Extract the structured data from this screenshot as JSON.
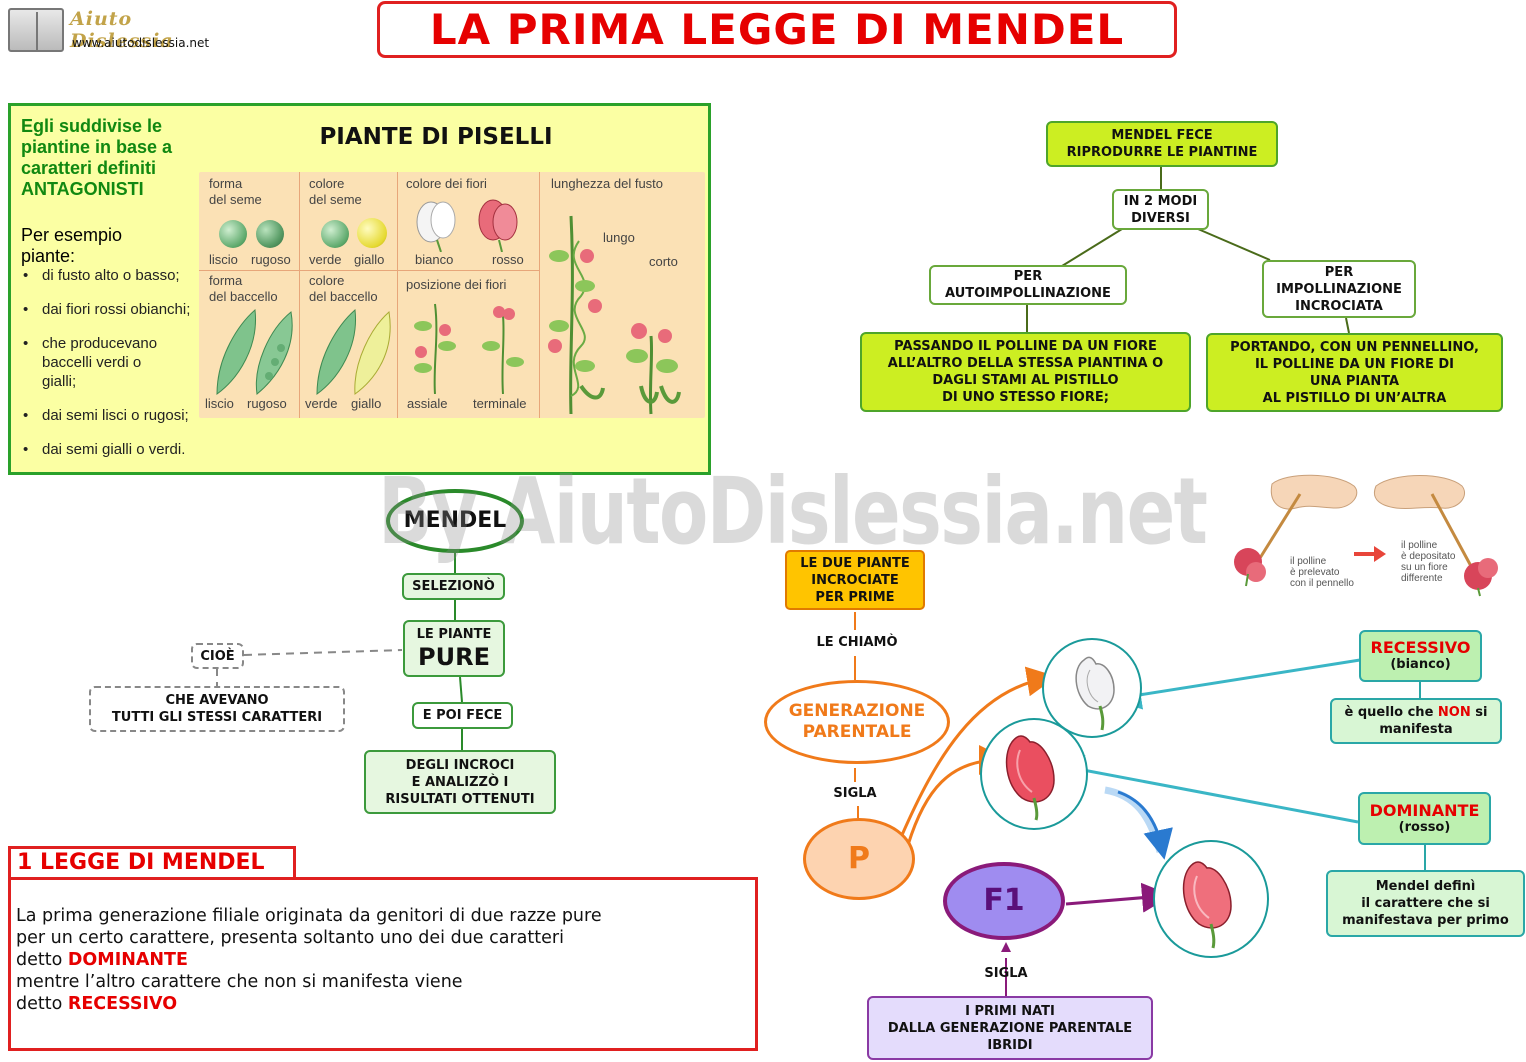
{
  "logo": {
    "title": "Aiuto Dislessia",
    "url": "www.aiutodislessia.net"
  },
  "title": "LA PRIMA LEGGE DI MENDEL",
  "panel": {
    "intro": [
      "Egli suddivise le",
      "piantine in base a",
      "caratteri definiti",
      "ANTAGONISTI"
    ],
    "example": [
      "Per esempio",
      "piante:"
    ],
    "items": [
      "di fusto alto o basso;",
      "dai fiori rossi obianchi;",
      "che producevano baccelli verdi o gialli;",
      "dai semi lisci o rugosi;",
      "dai semi gialli o verdi."
    ],
    "piselli_title": "PIANTE DI PISELLI",
    "cells": {
      "forma_seme": [
        "forma",
        "del seme"
      ],
      "colore_seme": [
        "colore",
        "del seme"
      ],
      "colore_fiori": "colore dei fiori",
      "lunghezza_fusto": "lunghezza del fusto",
      "liscio": "liscio",
      "rugoso": "rugoso",
      "verde": "verde",
      "giallo": "giallo",
      "bianco": "bianco",
      "rosso": "rosso",
      "lungo": "lungo",
      "corto": "corto",
      "forma_baccello": [
        "forma",
        "del baccello"
      ],
      "colore_baccello": [
        "colore",
        "del baccello"
      ],
      "posizione_fiori": "posizione dei fiori",
      "assiale": "assiale",
      "terminale": "terminale"
    }
  },
  "topmap": {
    "fece": [
      "MENDEL FECE",
      "RIPRODURRE LE PIANTINE"
    ],
    "modi": [
      "IN 2 MODI",
      "DIVERSI"
    ],
    "auto": [
      "PER",
      "AUTOIMPOLLINAZIONE"
    ],
    "incro": [
      "PER",
      "IMPOLLINAZIONE",
      "INCROCIATA"
    ],
    "passando": [
      "PASSANDO IL POLLINE DA UN FIORE",
      "ALL’ALTRO DELLA STESSA PIANTINA O",
      "DAGLI STAMI AL PISTILLO",
      "DI UNO STESSO FIORE;"
    ],
    "portando": [
      "PORTANDO, CON UN PENNELLINO,",
      "IL POLLINE DA UN FIORE DI",
      "UNA PIANTA",
      "AL PISTILLO DI UN’ALTRA"
    ]
  },
  "watermark": "By AiutoDislessia.net",
  "hands": {
    "left_label": [
      "il polline",
      "è prelevato",
      "con il pennello"
    ],
    "right_label": [
      "il polline",
      "è depositato",
      "su un fiore",
      "differente"
    ]
  },
  "mendelmap": {
    "mendel": "MENDEL",
    "selezionò": "SELEZIONÒ",
    "piante": "LE PIANTE",
    "pure": "PURE",
    "cioè": "CIOÈ",
    "avevano": [
      "CHE AVEVANO",
      "TUTTI GLI STESSI CARATTERI"
    ],
    "poi": "E POI FECE",
    "incroci": [
      "DEGLI INCROCI",
      "E ANALIZZÒ I",
      "RISULTATI OTTENUTI"
    ]
  },
  "law": {
    "tab": "1 LEGGE DI MENDEL",
    "lines": [
      "La prima generazione filiale originata da genitori di due razze pure",
      "per un certo carattere, presenta soltanto uno dei due caratteri"
    ],
    "detto": "detto ",
    "dominante": "DOMINANTE",
    "line4": "mentre l’altro carattere che non si manifesta viene",
    "recessivo": "RECESSIVO"
  },
  "genmap": {
    "due": [
      "LE DUE PIANTE",
      "INCROCIATE",
      "PER PRIME"
    ],
    "chiamo": "LE CHIAMÒ",
    "gen": [
      "GENERAZIONE",
      "PARENTALE"
    ],
    "sigla": "SIGLA",
    "p": "P",
    "f1": "F1",
    "sigla2": "SIGLA",
    "primi": [
      "I PRIMI NATI",
      "DALLA GENERAZIONE PARENTALE",
      "IBRIDI"
    ],
    "recessivo": "RECESSIVO",
    "bianco": "(bianco)",
    "non_pre": "è quello che ",
    "non": "NON",
    "non_post": " si",
    "manifesta": "manifesta",
    "dominante": "DOMINANTE",
    "rosso": "(rosso)",
    "defini": [
      "Mendel definì",
      "il carattere che si",
      "manifestava per primo"
    ]
  },
  "colors": {
    "title_red": "#e60000",
    "panel_yellow": "#fbffa3",
    "box_green": "#ccee22",
    "orange": "#f07a1a",
    "purple": "#8a1a7a",
    "teal": "#2aa7a7"
  }
}
